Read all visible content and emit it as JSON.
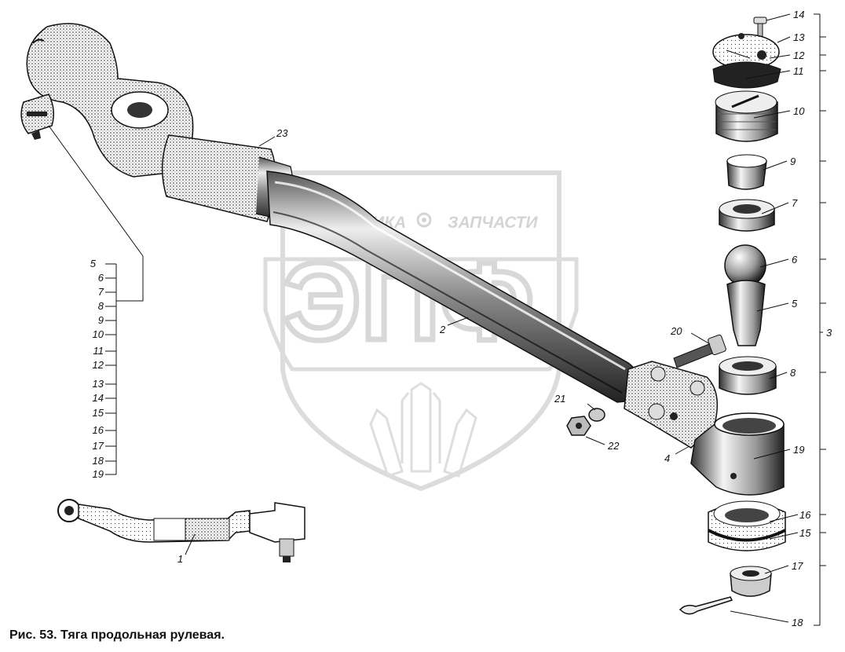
{
  "caption": "Рис. 53. Тяга продольная рулевая.",
  "watermark": {
    "line1_left": "ТЕХНИКА",
    "line1_right": "ЗАПЧАСТИ",
    "monogram": "ЭПФ",
    "color": "#d4d4d4"
  },
  "callouts": {
    "c1": "1",
    "c2": "2",
    "c3": "3",
    "c4": "4",
    "c5": "5",
    "c6": "6",
    "c7": "7",
    "c8": "8",
    "c9": "9",
    "c10": "10",
    "c11": "11",
    "c12": "12",
    "c13": "13",
    "c14": "14",
    "c15": "15",
    "c16": "16",
    "c17": "17",
    "c18": "18",
    "c19": "19",
    "c20": "20",
    "c21": "21",
    "c22": "22",
    "c23": "23"
  },
  "left_bracket_labels": [
    "5",
    "6",
    "7",
    "8",
    "9",
    "10",
    "11",
    "12",
    "13",
    "14",
    "15",
    "16",
    "17",
    "18",
    "19"
  ]
}
